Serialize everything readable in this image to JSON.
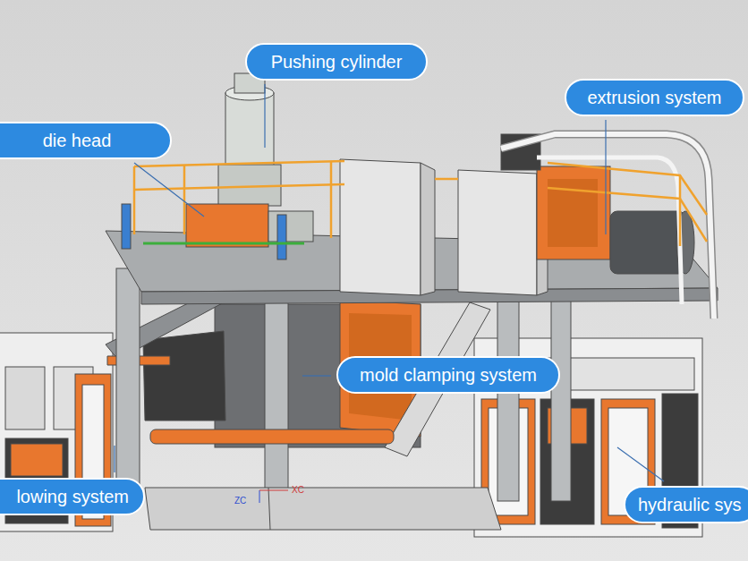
{
  "diagram": {
    "nodes": [
      {
        "text": [
          "Pushing cylinder"
        ]
      },
      {
        "text": [
          "extrusion system"
        ]
      },
      {
        "text": [
          "die head"
        ]
      },
      {
        "text": [
          "mold clamping system"
        ]
      },
      {
        "text": [
          "lowing system"
        ]
      },
      {
        "text": [
          "hydraulic sys"
        ]
      }
    ],
    "labels": [
      "ZC",
      "XC"
    ]
  }
}
